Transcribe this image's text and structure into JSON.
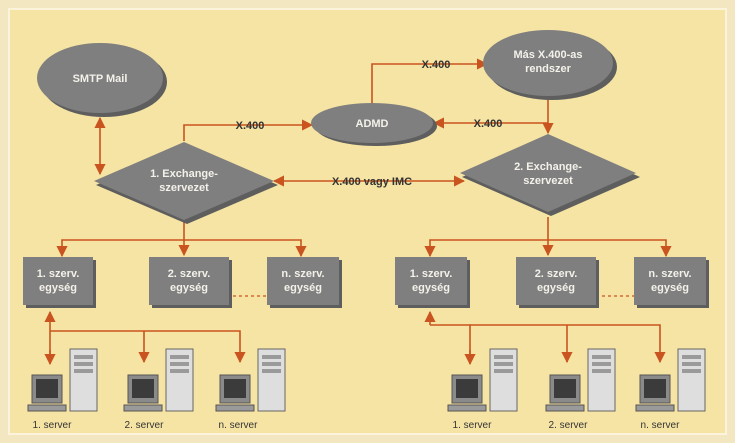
{
  "colors": {
    "background": "#f6e4a4",
    "node_fill": "#7f7f7f",
    "node_shadow": "#5e5e5e",
    "arrow": "#c9541f",
    "text_light": "#f4f1ea",
    "text_dark": "#333333"
  },
  "nodes": {
    "smtp_mail": "SMTP Mail",
    "admd": "ADMD",
    "mas_x400": [
      "Más X.400-as",
      "rendszer"
    ],
    "exchange_1": [
      "1. Exchange-",
      "szervezet"
    ],
    "exchange_2": [
      "2. Exchange-",
      "szervezet"
    ],
    "left_units": [
      [
        "1. szerv.",
        "egység"
      ],
      [
        "2. szerv.",
        "egység"
      ],
      [
        "n. szerv.",
        "egység"
      ]
    ],
    "right_units": [
      [
        "1. szerv.",
        "egység"
      ],
      [
        "2. szerv.",
        "egység"
      ],
      [
        "n. szerv.",
        "egység"
      ]
    ]
  },
  "edges": {
    "x400_top": "X.400",
    "x400_left": "X.400",
    "x400_right": "X.400",
    "x400_or_imc": "X.400 vagy IMC"
  },
  "servers": {
    "left": [
      "1. server",
      "2. server",
      "n. server"
    ],
    "right": [
      "1. server",
      "2. server",
      "n. server"
    ]
  }
}
